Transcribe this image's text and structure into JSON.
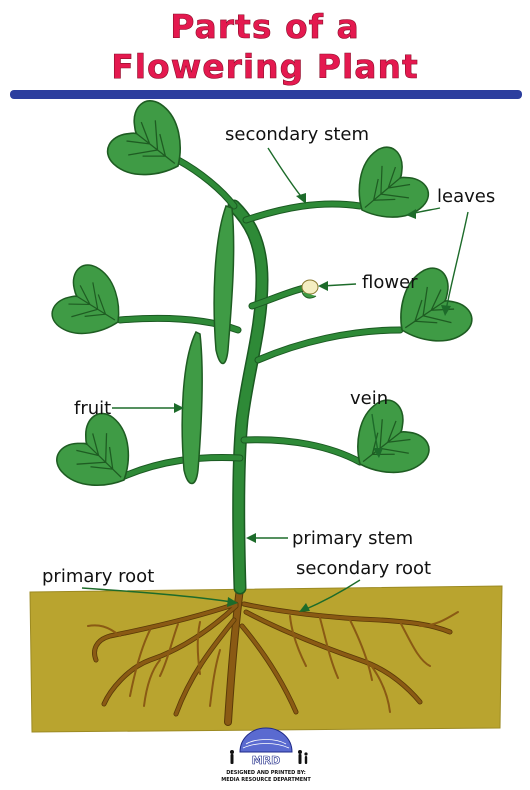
{
  "title": {
    "line1": "Parts of a",
    "line2": "Flowering Plant"
  },
  "labels": {
    "secondary_stem": "secondary  stem",
    "leaves": "leaves",
    "flower": "flower",
    "fruit": "fruit",
    "vein": "vein",
    "primary_stem": "primary  stem",
    "primary_root": "primary  root",
    "secondary_root": "secondary  root"
  },
  "logo": {
    "mark": "MRD",
    "line1": "DESIGNED AND PRINTED BY:",
    "line2": "MEDIA RESOURCE DEPARTMENT"
  },
  "colors": {
    "title": "#e4194f",
    "rule": "#2c3e9e",
    "soil": "#b9a42f",
    "leaf": "#3f9b45",
    "root": "#8a5a14",
    "stem": "#2e8a37"
  }
}
